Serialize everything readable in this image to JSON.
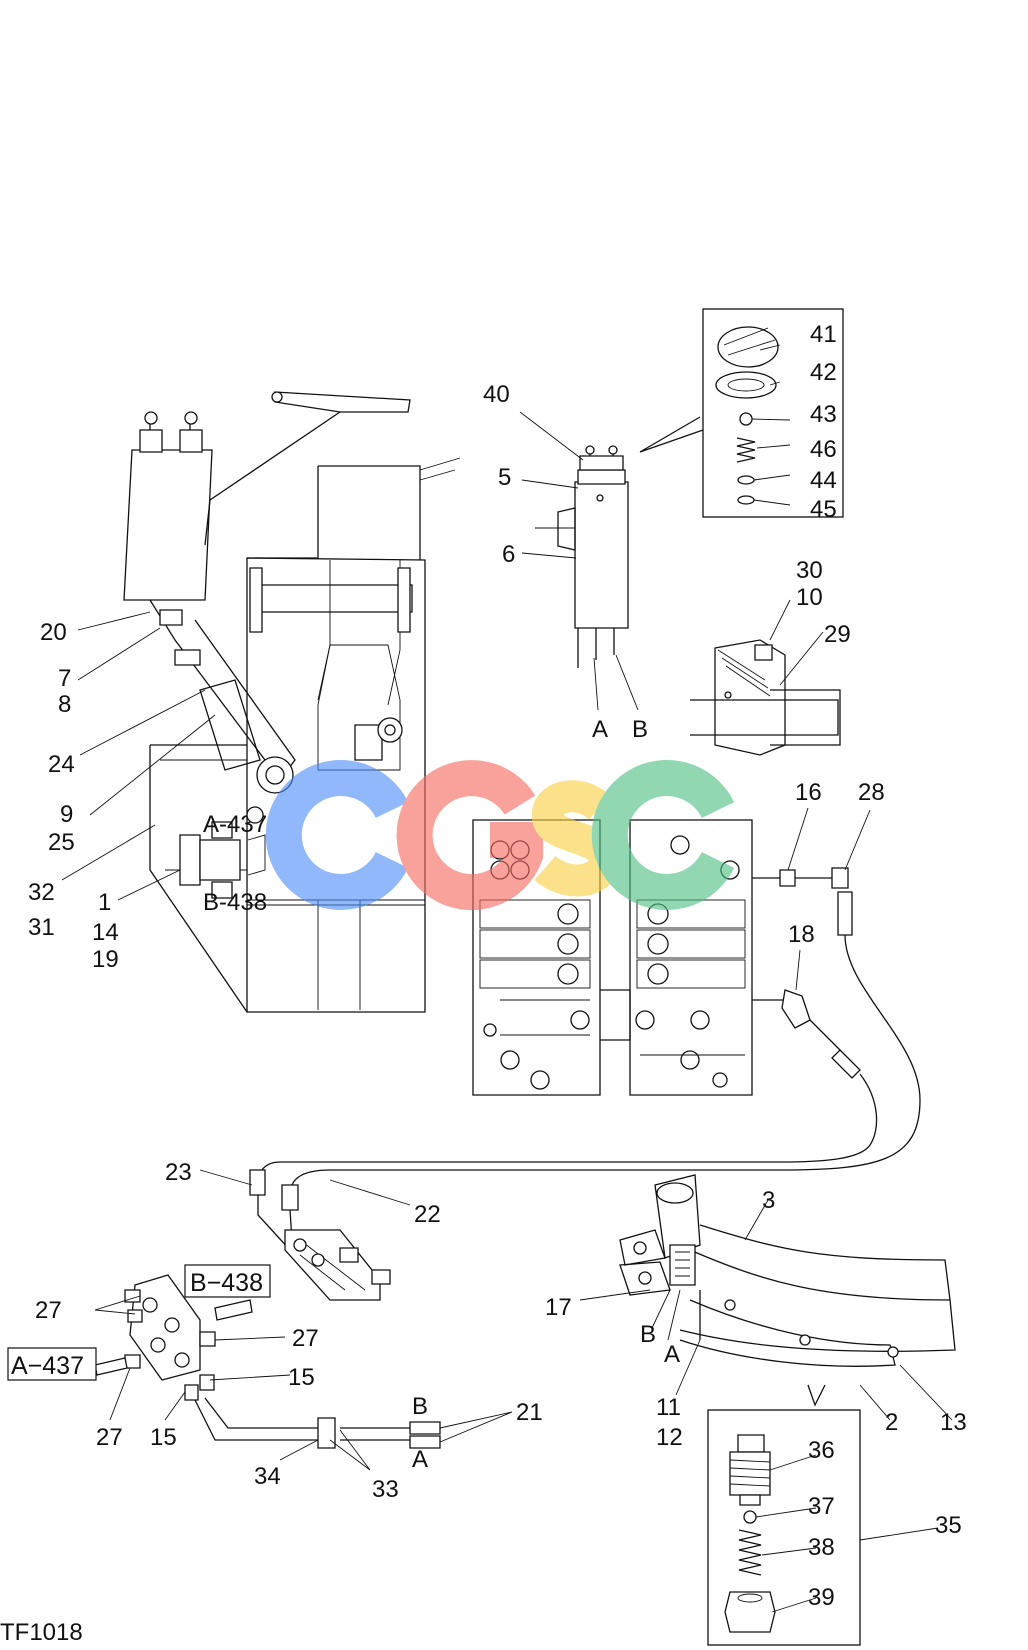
{
  "diagram": {
    "code": "TF1018",
    "watermark": {
      "letters": [
        "C",
        "G",
        "S",
        "C"
      ],
      "colors": [
        "#4f8ef7",
        "#f46a5e",
        "#f7d044",
        "#4fbf82"
      ]
    },
    "callouts": {
      "c1": "1",
      "c2": "2",
      "c3": "3",
      "c5": "5",
      "c6": "6",
      "c7": "7",
      "c8": "8",
      "c9": "9",
      "c10": "10",
      "c11": "11",
      "c12": "12",
      "c13": "13",
      "c14": "14",
      "c15a": "15",
      "c15b": "15",
      "c16": "16",
      "c17": "17",
      "c18": "18",
      "c19": "19",
      "c20": "20",
      "c21": "21",
      "c22": "22",
      "c23": "23",
      "c24": "24",
      "c25": "25",
      "c27a": "27",
      "c27b": "27",
      "c27c": "27",
      "c28": "28",
      "c29": "29",
      "c30": "30",
      "c31": "31",
      "c32": "32",
      "c33": "33",
      "c34": "34",
      "c35": "35",
      "c36": "36",
      "c37": "37",
      "c38": "38",
      "c39": "39",
      "c40": "40",
      "c41": "41",
      "c42": "42",
      "c43": "43",
      "c44": "44",
      "c45": "45",
      "c46": "46"
    },
    "port_labels": {
      "tank_a": "A",
      "tank_b": "B",
      "pipe_b": "B",
      "pipe_a": "A",
      "frame_b": "B",
      "frame_a": "A"
    },
    "boxed_labels": {
      "b438": "B−438",
      "a437": "A−437"
    },
    "small_labels": {
      "bracket_top": "A-437",
      "bracket_bottom": "B-438"
    }
  }
}
